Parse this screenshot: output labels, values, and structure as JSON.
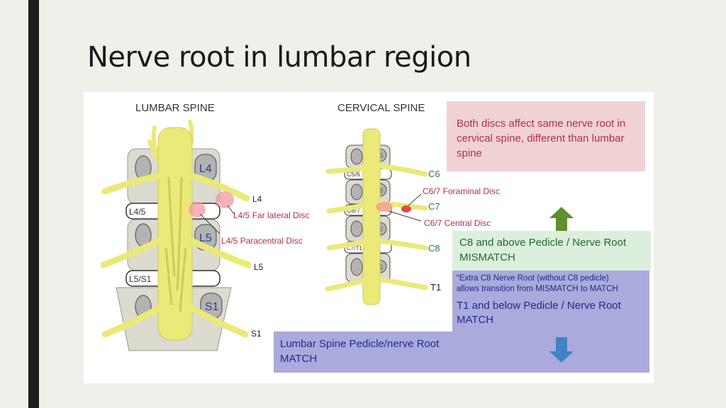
{
  "slide": {
    "title": "Nerve root in lumbar region"
  },
  "lumbar": {
    "heading": "LUMBAR SPINE",
    "vertebrae": [
      "L4",
      "L5",
      "S1"
    ],
    "discs": [
      "L4/5",
      "L5/S1"
    ],
    "roots": [
      "L4",
      "L5",
      "S1"
    ],
    "annotations": [
      "L4/5 Far lateral Disc",
      "L4/5 Paracentral Disc"
    ]
  },
  "cervical": {
    "heading": "CERVICAL SPINE",
    "vertebrae": [
      "C5",
      "C6",
      "C7",
      "T1"
    ],
    "discs": [
      "C5/6",
      "C6/7",
      "C7/T1"
    ],
    "roots": [
      "C6",
      "C7",
      "C8",
      "T1"
    ],
    "annotations": [
      "C6/7 Foraminal Disc",
      "C6/7 Central Disc"
    ]
  },
  "boxes": {
    "red": "Both discs affect same nerve root in cervical spine, different than lumbar spine",
    "green_line1": "C8 and above Pedicle / Nerve Root",
    "green_line2": "MISMATCH",
    "blue_note_line1": "“Extra C8 Nerve Root (without C8 pedicle)",
    "blue_note_line2": "allows transition from MISMATCH to MATCH",
    "blue_main_line1": "T1 and below Pedicle / Nerve Root",
    "blue_main_line2": "MATCH",
    "bottom_line1": "Lumbar Spine Pedicle/nerve Root",
    "bottom_line2": "MATCH"
  },
  "colors": {
    "nerve": "#ebe978",
    "nerve_stroke": "#c9c45a",
    "bone": "#dcdbd0",
    "pedicle": "#b3b3b3",
    "label_blue": "#2c3f8c",
    "label_green": "#2d7d3a",
    "label_red": "#b2323f",
    "disc_red": "#f19aa0",
    "arrow_green": "#5f8f2e",
    "arrow_blue": "#3f84c6"
  }
}
